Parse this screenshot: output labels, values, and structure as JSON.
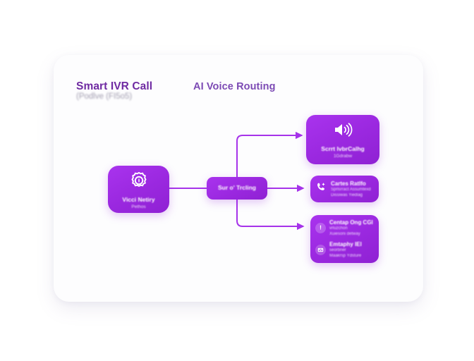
{
  "page": {
    "background": "#ffffff",
    "panel_background": "#fdfdfe"
  },
  "headings": {
    "left_title": "Smart IVR Call",
    "left_subtitle": "(Podlve (FI5o5)",
    "left_title_color": "#6f2aa2",
    "right_title": "AI Voice Routing",
    "right_title_color": "#7c4ab4"
  },
  "theme": {
    "node_purple": "#9a28df",
    "node_purple_light": "#a933ee",
    "connector_purple": "#a633ea",
    "label_white": "#ffffff",
    "sub_label": "#ecd5fb"
  },
  "nodes": {
    "source": {
      "icon": "gear-phone-icon",
      "label": "Vicci Netiry",
      "sublabel": "Pethos"
    },
    "router": {
      "label": "Sur o' Trcling"
    }
  },
  "cards": {
    "top": {
      "icon": "speaker-volume-icon",
      "label": "Scrrt IvbrCalhg",
      "sublabel": "1Gdrabw"
    },
    "middle": {
      "icon": "phone-call-icon",
      "label": "Cartes Ratlfo",
      "sublabel_1": "Sprlsrract Assumtexd",
      "sublabel_2": "Dissiwas Yiedlag"
    },
    "bottom": {
      "rows": [
        {
          "icon": "info-circle-icon",
          "label": "Centap Ong CGl",
          "sublabel_1": "vrluzchon",
          "sublabel_2": "Xuiesoni detway"
        },
        {
          "icon": "mail-circle-icon",
          "label": "Emtaphy IEl",
          "sublabel_1": "seorbner",
          "sublabel_2": "Maakrsp Ydsture"
        }
      ]
    }
  },
  "connectors": {
    "source_to_router": "line",
    "router_to_top": "arrow",
    "router_to_middle": "arrow",
    "router_to_bottom": "arrow"
  }
}
